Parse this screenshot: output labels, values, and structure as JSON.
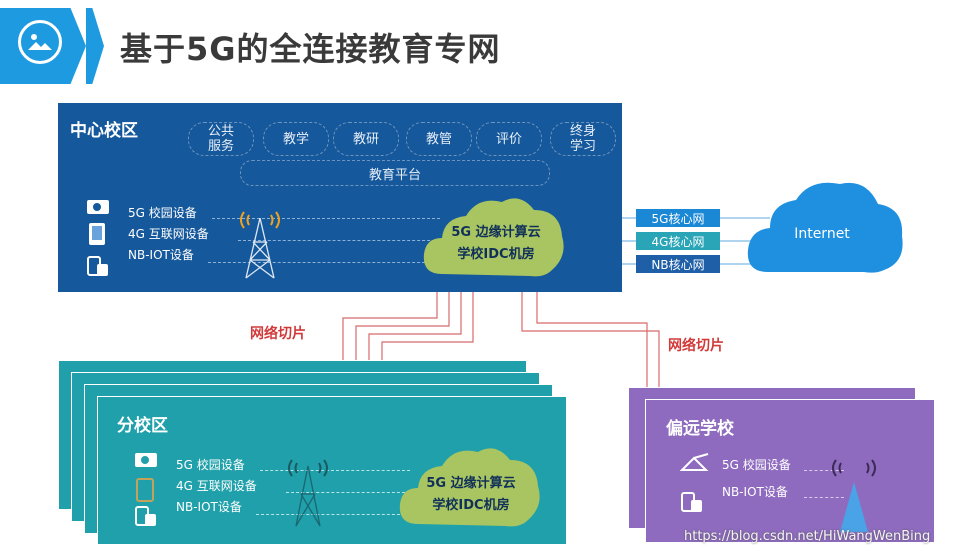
{
  "header": {
    "title": "基于5G的全连接教育专网",
    "icon": "image-icon"
  },
  "main_campus": {
    "label": "中心校区",
    "services": [
      "公共服务",
      "教学",
      "教研",
      "教管",
      "评价",
      "终身学习"
    ],
    "platform": "教育平台",
    "devices": [
      "5G 校园设备",
      "4G 互联网设备",
      "NB-IOT设备"
    ],
    "edge_cloud": {
      "line1": "5G 边缘计算云",
      "line2": "学校IDC机房"
    }
  },
  "core_networks": [
    "5G核心网",
    "4G核心网",
    "NB核心网"
  ],
  "internet": "Internet",
  "slice_labels": [
    "网络切片",
    "网络切片"
  ],
  "branch_campus": {
    "label": "分校区",
    "devices": [
      "5G 校园设备",
      "4G 互联网设备",
      "NB-IOT设备"
    ],
    "edge_cloud": {
      "line1": "5G 边缘计算云",
      "line2": "学校IDC机房"
    }
  },
  "remote_school": {
    "label": "偏远学校",
    "devices": [
      "5G 校园设备",
      "NB-IOT设备"
    ]
  },
  "watermark": "https://blog.csdn.net/HiWangWenBing",
  "colors": {
    "accent": "#1e9be0",
    "main": "#15589b",
    "branch": "#1fa0aa",
    "remote": "#8e6bbf",
    "slice": "#d23a3a",
    "cloud_green": "#a9c561"
  }
}
